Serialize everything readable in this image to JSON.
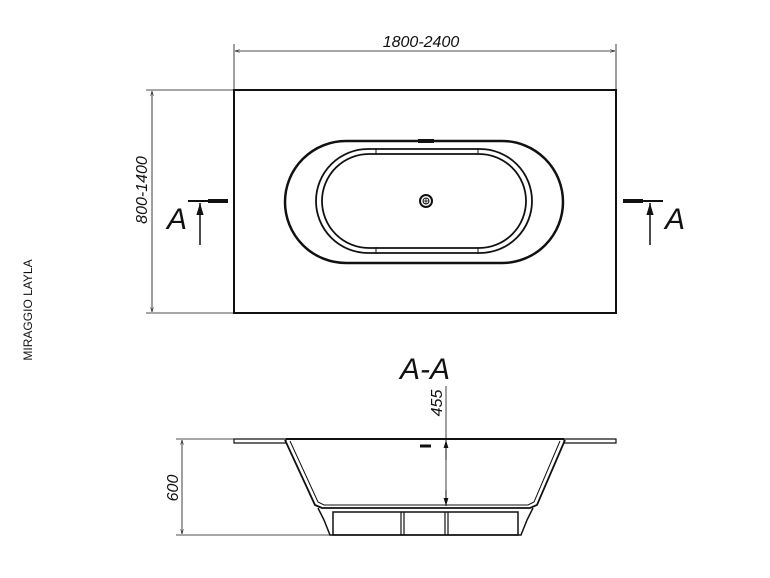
{
  "model_name": "MIRAGGIO LAYLA",
  "plan_view": {
    "width_dimension": "1800-2400",
    "depth_dimension": "800-1400",
    "section_mark_left": "A",
    "section_mark_right": "A"
  },
  "section_view": {
    "title": "A-A",
    "height_dimension": "600",
    "inner_depth_dimension": "455"
  },
  "colors": {
    "line": "#111111",
    "background": "#ffffff"
  }
}
